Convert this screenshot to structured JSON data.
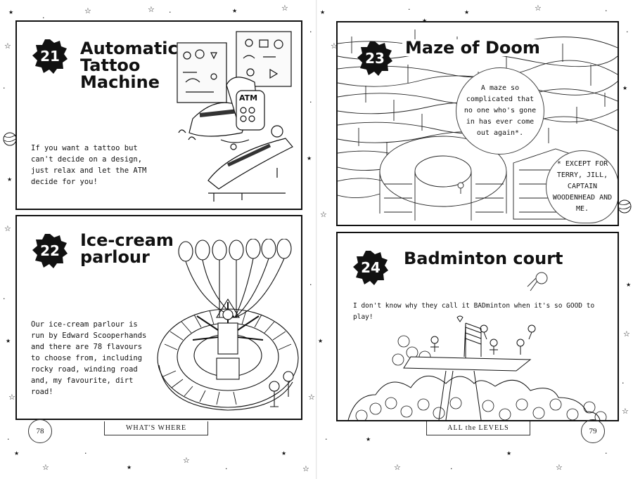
{
  "left_page": {
    "page_number": "78",
    "footer": "WHAT'S WHERE",
    "entries": [
      {
        "number": "21",
        "title": "Automatic Tattoo Machine",
        "body": "If you want a tattoo but can't decide on a design, just relax and let the ATM decide for you!",
        "sign": "ATM"
      },
      {
        "number": "22",
        "title": "Ice-cream parlour",
        "body": "Our ice-cream parlour is run by Edward Scooperhands and there are 78 flavours to choose from, including rocky road, winding road and, my favourite, dirt road!"
      }
    ]
  },
  "right_page": {
    "page_number": "79",
    "footer": "ALL the LEVELS",
    "entries": [
      {
        "number": "23",
        "title": "Maze of Doom",
        "bubble": "A maze so complicated that no one who's gone in has ever come out again*.",
        "footnote": "* EXCEPT FOR TERRY, JILL, CAPTAIN WOODENHEAD AND ME."
      },
      {
        "number": "24",
        "title": "Badminton court",
        "body": "I don't know why they call it BADminton when it's so GOOD to play!"
      }
    ]
  },
  "icons": [
    "ink-splat-badge-icon",
    "star-doodle-icon",
    "planet-doodle-icon"
  ]
}
